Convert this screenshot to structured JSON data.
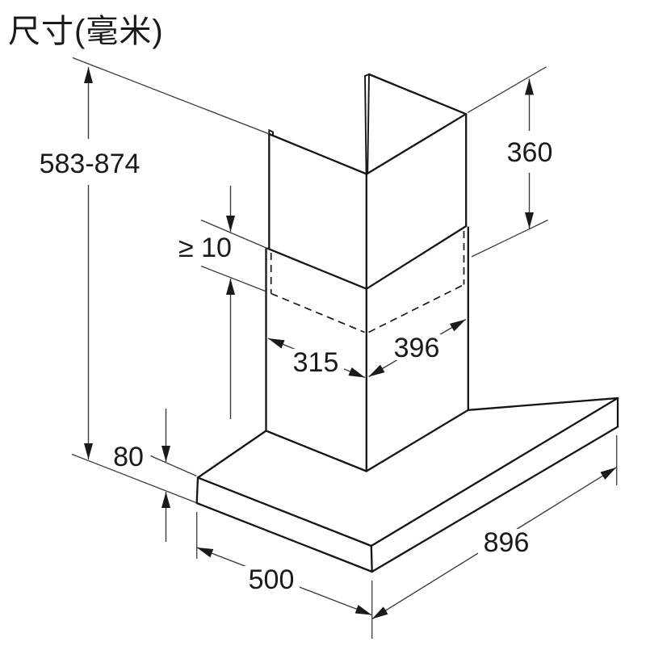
{
  "title": "尺寸(毫米)",
  "colors": {
    "ink": "#1a1a1a",
    "background": "#ffffff"
  },
  "dimensions": {
    "height_range": "583-874",
    "min_gap": "≥ 10",
    "chimney_upper_height": "360",
    "chimney_depth": "315",
    "chimney_width": "396",
    "body_height": "80",
    "body_depth": "500",
    "body_width": "896"
  }
}
